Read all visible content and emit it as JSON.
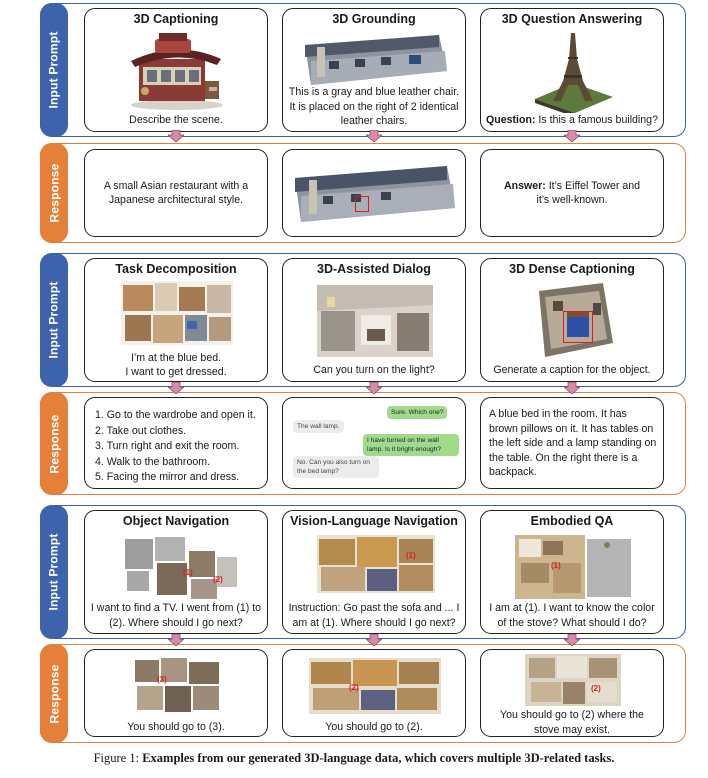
{
  "labels": {
    "input_prompt": "Input Prompt",
    "response": "Response"
  },
  "group1": {
    "captioning": {
      "title": "3D Captioning",
      "prompt": "Describe the scene.",
      "response": "A small Asian restaurant with a Japanese architectural style."
    },
    "grounding": {
      "title": "3D Grounding",
      "prompt": "This is a gray and blue leather chair. It is placed on the right of 2 identical leather chairs."
    },
    "qa": {
      "title": "3D Question Answering",
      "question_label": "Question:",
      "question": "Is this a famous building?",
      "answer_label": "Answer:",
      "answer": "It’s Eiffel Tower and it’s well-known."
    }
  },
  "group2": {
    "decomposition": {
      "title": "Task Decomposition",
      "prompt_line1": "I’m at the blue bed.",
      "prompt_line2": "I want to get dressed.",
      "steps": [
        "1. Go to the wardrobe and open it.",
        "2. Take out clothes.",
        "3. Turn right and exit the room.",
        "4. Walk to the bathroom.",
        "5. Facing the mirror and dress."
      ]
    },
    "dialog": {
      "title": "3D-Assisted Dialog",
      "prompt": "Can you turn on the light?",
      "chat": [
        {
          "side": "me",
          "text": "Sure. Which one?"
        },
        {
          "side": "them",
          "text": "The wall lamp."
        },
        {
          "side": "me",
          "text": "I have turned on the wall lamp. Is it bright enough?"
        },
        {
          "side": "them",
          "text": "No. Can you also turn on the bed lamp?"
        }
      ]
    },
    "dense": {
      "title": "3D Dense Captioning",
      "prompt": "Generate a caption for the object.",
      "response": "A blue bed in the room. It has brown pillows on it. It has tables on the left side and a lamp standing on the table. On the right there is a backpack."
    }
  },
  "group3": {
    "objnav": {
      "title": "Object Navigation",
      "prompt": "I want to find a TV. I went from (1) to (2). Where should I go next?",
      "response": "You should go to (3).",
      "markers": [
        "(1)",
        "(2)",
        "(3)"
      ]
    },
    "vln": {
      "title": "Vision-Language Navigation",
      "prompt": "Instruction: Go past the sofa and ... I am at (1). Where should I go next?",
      "response": "You should go to (2).",
      "markers": [
        "(1)",
        "(2)"
      ]
    },
    "eqa": {
      "title": "Embodied QA",
      "prompt": "I am at (1). I want to know the color of the stove? What should I do?",
      "response": "You should go to (2) where the stove may exist.",
      "markers": [
        "(1)",
        "(2)"
      ]
    }
  },
  "caption": {
    "label": "Figure 1:",
    "text": "Examples from our generated 3D-language data, which covers multiple 3D-related tasks."
  },
  "colors": {
    "prompt_blue": "#3e63ad",
    "response_orange": "#e5803a",
    "arrow_pink": "#d98aa6",
    "chat_green": "#9fdb8a"
  }
}
